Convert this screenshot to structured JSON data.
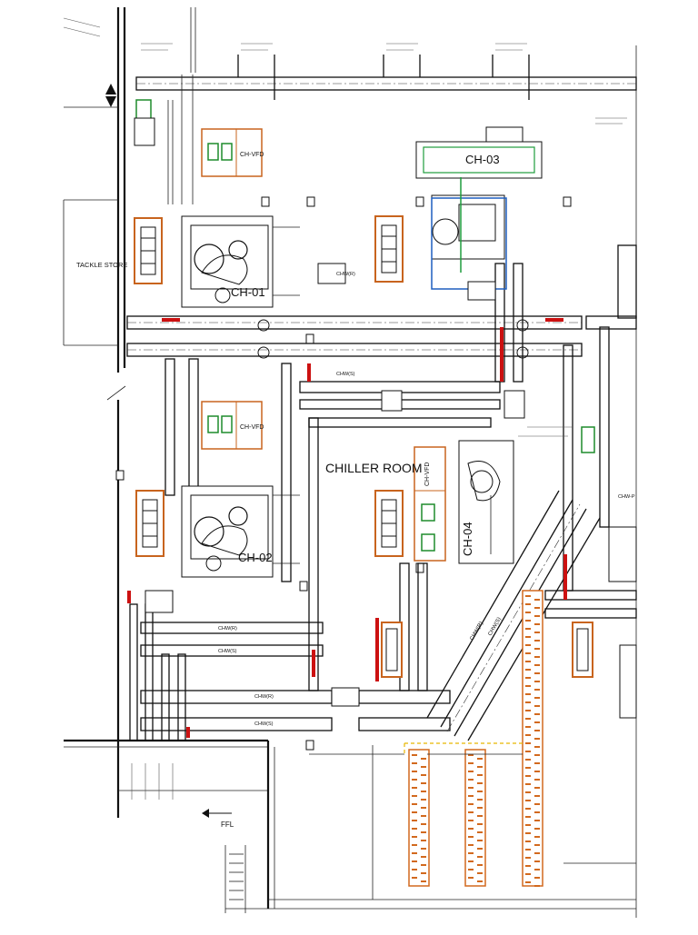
{
  "room": {
    "title": "CHILLER ROOM",
    "tackle_store": "TACKLE STORE",
    "ffl": "FFL"
  },
  "chillers": [
    {
      "id": "CH-01"
    },
    {
      "id": "CH-02"
    },
    {
      "id": "CH-03"
    },
    {
      "id": "CH-04"
    }
  ],
  "vfd_label": "CH-VFD",
  "pipe_labels": {
    "chwr": "CHW(R)",
    "chws": "CHW(S)",
    "chwp": "CHW-P"
  },
  "colors": {
    "line": "#111111",
    "vfd_frame": "#c8641e",
    "vfd_panel": "#1e8c2c",
    "hatch": "#d2691e",
    "valve_red": "#cc1111",
    "dimension_yellow": "#e8b800",
    "blue_skid": "#1f5fbf",
    "green_pipe": "#1e9c3c"
  },
  "icons": {
    "north": "north-arrow-icon",
    "pump": "pump-icon",
    "valve": "valve-icon",
    "section": "section-arrow-icon"
  }
}
